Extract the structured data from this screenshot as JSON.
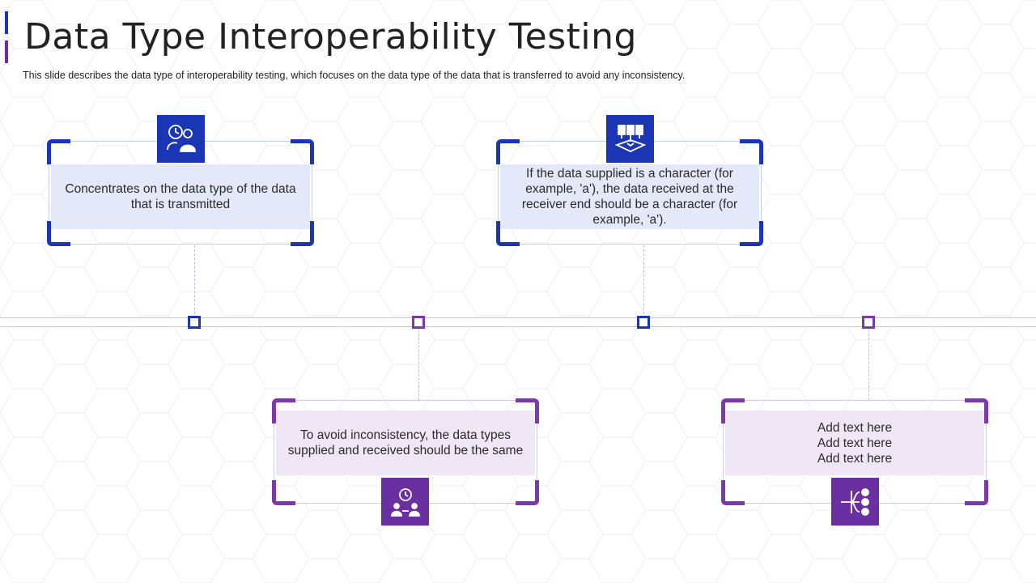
{
  "slide": {
    "title": "Data Type Interoperability Testing",
    "subtitle": "This slide describes the data type of interoperability testing, which focuses on the data type of the data that is transferred to avoid any inconsistency."
  },
  "colors": {
    "blue": "#1a36b4",
    "purple": "#6a2fa0",
    "blue_fill": "#e3e9f8",
    "purple_fill": "#efe7f6"
  },
  "cards": [
    {
      "text": "Concentrates on the data type of the data that is transmitted",
      "icon": "user-clock-icon",
      "color": "blue",
      "position": "top"
    },
    {
      "text": "To avoid inconsistency, the data types supplied and received should be the same",
      "icon": "meeting-clock-icon",
      "color": "purple",
      "position": "bottom"
    },
    {
      "text": "If the data supplied is a character (for example, 'a'), the data received at the receiver end should be a character (for example, 'a').",
      "icon": "documents-inbox-icon",
      "color": "blue",
      "position": "top"
    },
    {
      "text": "Add text here\nAdd text here\nAdd text here",
      "icon": "network-users-icon",
      "color": "purple",
      "position": "bottom"
    }
  ]
}
